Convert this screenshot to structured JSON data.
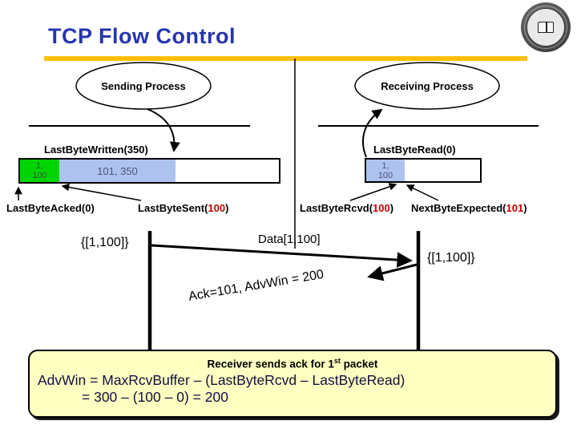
{
  "slide": {
    "title": "TCP Flow Control",
    "accent_color": "#FFC10E",
    "title_color": "#2635AD"
  },
  "processes": {
    "sender": "Sending Process",
    "receiver": "Receiving Process"
  },
  "sender_buffer": {
    "written_label": "LastByteWritten(350)",
    "acked_label": "LastByteAcked(0)",
    "sent_prefix": "LastByteSent(",
    "sent_value": "100",
    "sent_suffix": ")",
    "acked_segment_line1": "1,",
    "acked_segment_line2": "100",
    "sent_segment": "101, 350",
    "acked_segment_color": "#00D500",
    "sent_segment_color": "#AEC2F0"
  },
  "receiver_buffer": {
    "read_label": "LastByteRead(0)",
    "rcvd_prefix": "LastByteRcvd(",
    "rcvd_value": "100",
    "rcvd_suffix": ")",
    "expected_prefix": "NextByteExpected(",
    "expected_value": "101",
    "expected_suffix": ")",
    "segment_line1": "1,",
    "segment_line2": "100",
    "segment_color": "#AEC2F0",
    "highlight_color": "#C00000"
  },
  "timeline": {
    "sender_window": "{[1,100]}",
    "data_message": "Data[1,100]",
    "ack_message": "Ack=101, AdvWin = 200",
    "receiver_window": "{[1,100]}"
  },
  "note": {
    "heading_prefix": "Receiver sends ack for 1",
    "heading_sup": "st",
    "heading_suffix": " packet",
    "formula_line1": "AdvWin = MaxRcvBuffer – (LastByteRcvd – LastByteRead)",
    "formula_line2": "= 300 – (100 – 0) = 200",
    "background_color": "#FFFFC2"
  },
  "logo": {
    "name": "university-seal"
  }
}
